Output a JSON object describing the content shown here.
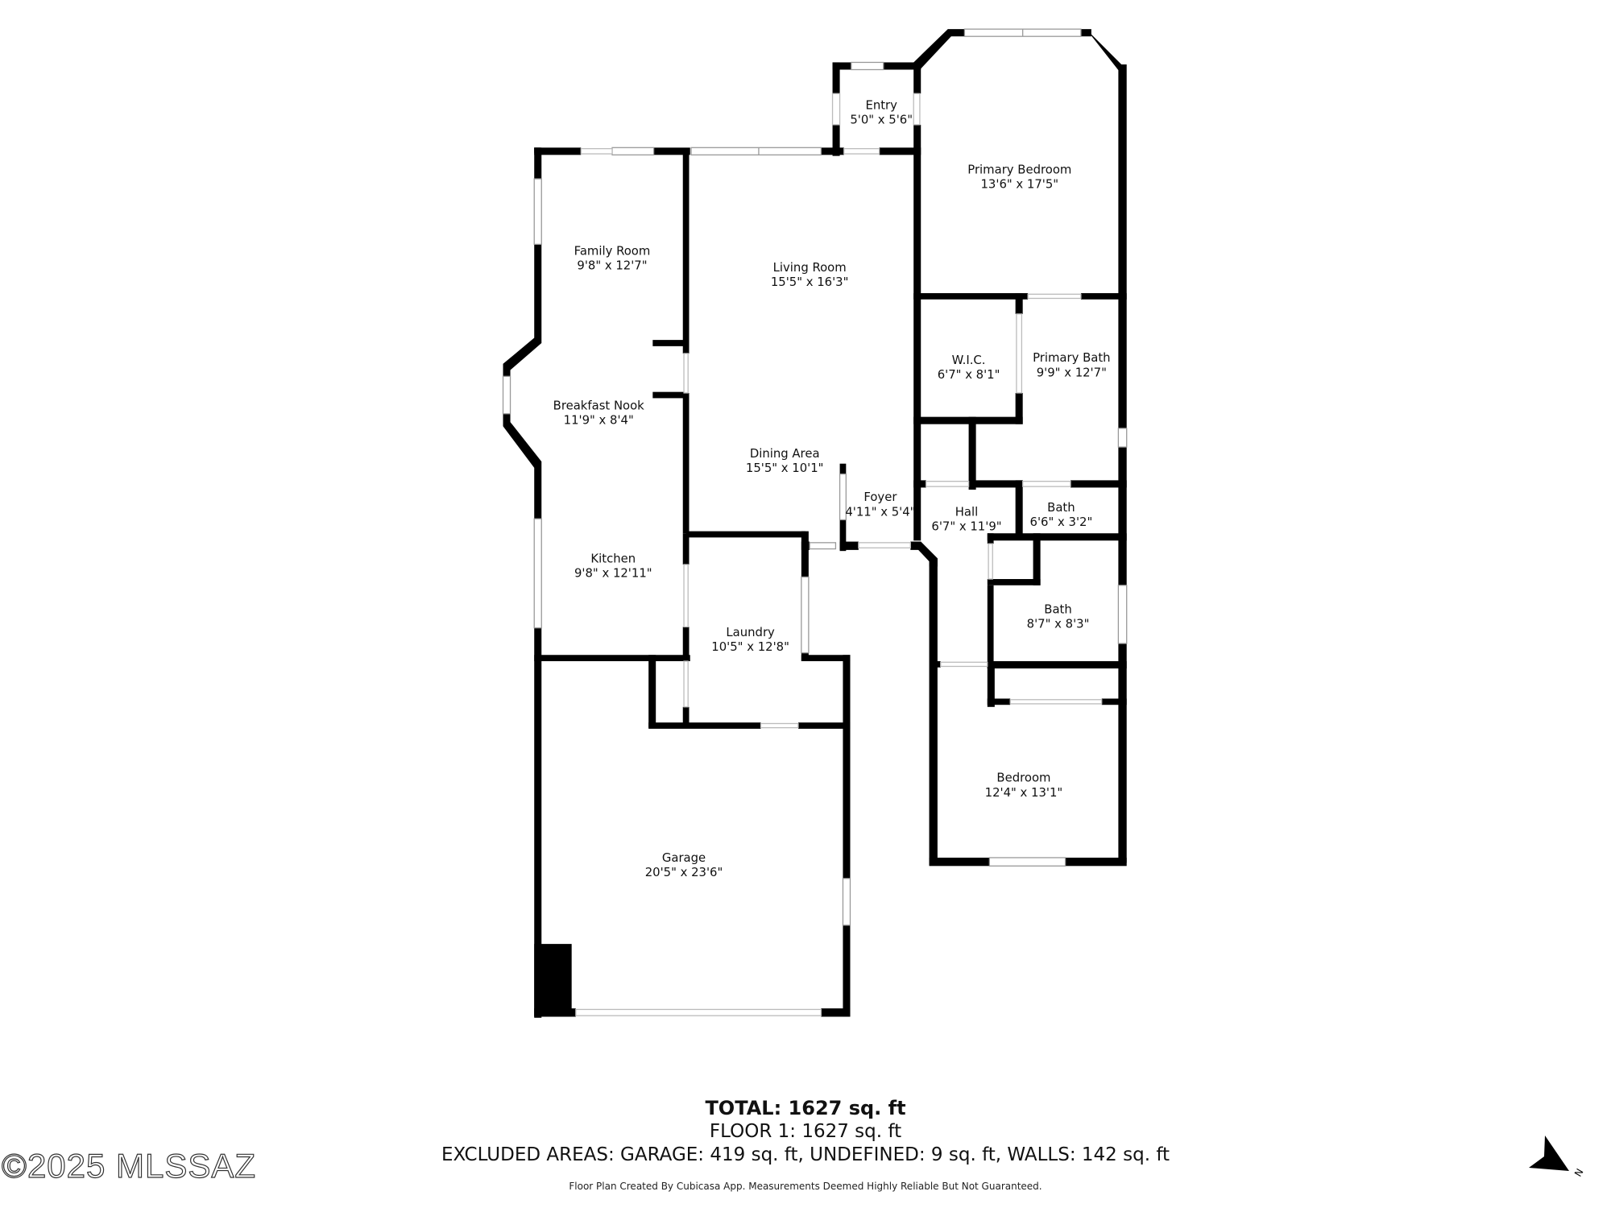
{
  "rooms": [
    {
      "id": "entry",
      "name": "Entry",
      "dims": "5'0\" x 5'6\""
    },
    {
      "id": "primary-bedroom",
      "name": "Primary Bedroom",
      "dims": "13'6\" x 17'5\""
    },
    {
      "id": "family-room",
      "name": "Family Room",
      "dims": "9'8\" x 12'7\""
    },
    {
      "id": "living-room",
      "name": "Living Room",
      "dims": "15'5\" x 16'3\""
    },
    {
      "id": "wic",
      "name": "W.I.C.",
      "dims": "6'7\" x 8'1\""
    },
    {
      "id": "primary-bath",
      "name": "Primary Bath",
      "dims": "9'9\" x 12'7\""
    },
    {
      "id": "breakfast-nook",
      "name": "Breakfast Nook",
      "dims": "11'9\" x 8'4\""
    },
    {
      "id": "dining-area",
      "name": "Dining Area",
      "dims": "15'5\" x 10'1\""
    },
    {
      "id": "foyer",
      "name": "Foyer",
      "dims": "4'11\" x 5'4\""
    },
    {
      "id": "hall",
      "name": "Hall",
      "dims": "6'7\" x 11'9\""
    },
    {
      "id": "bath-small",
      "name": "Bath",
      "dims": "6'6\" x 3'2\""
    },
    {
      "id": "kitchen",
      "name": "Kitchen",
      "dims": "9'8\" x 12'11\""
    },
    {
      "id": "laundry",
      "name": "Laundry",
      "dims": "10'5\" x 12'8\""
    },
    {
      "id": "bath",
      "name": "Bath",
      "dims": "8'7\" x 8'3\""
    },
    {
      "id": "bedroom",
      "name": "Bedroom",
      "dims": "12'4\" x 13'1\""
    },
    {
      "id": "garage",
      "name": "Garage",
      "dims": "20'5\" x 23'6\""
    }
  ],
  "summary": {
    "total": "TOTAL: 1627 sq. ft",
    "floor": "FLOOR 1: 1627 sq. ft",
    "excluded": "EXCLUDED AREAS: GARAGE: 419 sq. ft, UNDEFINED: 9 sq. ft, WALLS: 142 sq. ft",
    "disclaimer": "Floor Plan Created By Cubicasa App. Measurements Deemed Highly Reliable But Not Guaranteed."
  },
  "watermark": "©2025 MLSSAZ",
  "compass": {
    "icon": "north-arrow-icon",
    "label": "N"
  }
}
